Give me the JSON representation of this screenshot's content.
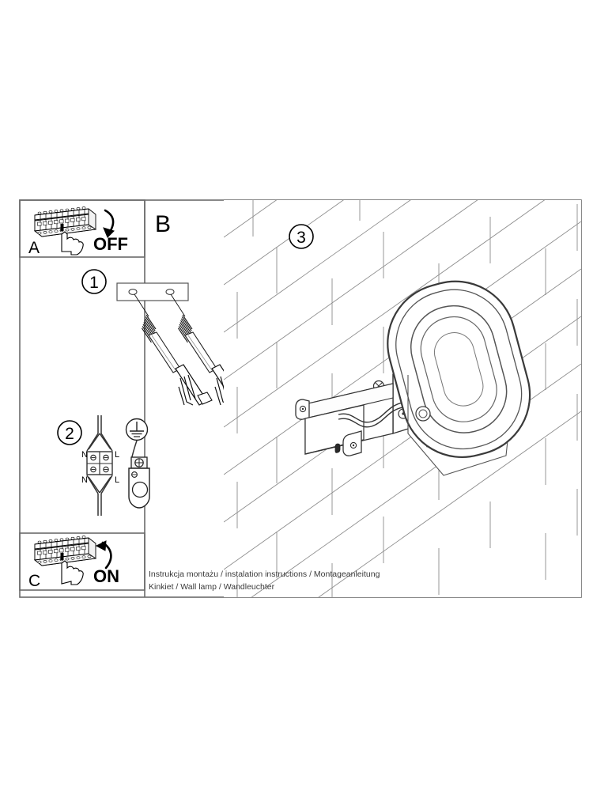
{
  "document": {
    "type": "installation-instruction-sheet",
    "caption_line1": "Instrukcja montażu / instalation instructions / Montageanleitung",
    "caption_line2": "Kinkiet / Wall lamp / Wandleuchter",
    "line_color": "#000000",
    "background_color": "#ffffff",
    "frame_color": "#6b6b6b"
  },
  "panels": {
    "a": {
      "letter": "A",
      "action_label": "OFF",
      "description": "turn the circuit breaker off",
      "icon": "breaker-panel-hand-icon",
      "arrow": "arrow-down-curved-icon"
    },
    "b": {
      "letter": "B",
      "description": "installation steps area"
    },
    "c": {
      "letter": "C",
      "action_label": "ON",
      "description": "turn the circuit breaker on",
      "icon": "breaker-panel-hand-icon",
      "arrow": "arrow-up-curved-icon"
    }
  },
  "steps": [
    {
      "number": "1",
      "name": "mounting-bracket-and-screws",
      "description": "mounting plate with two holes, two screws and wall plugs"
    },
    {
      "number": "2",
      "name": "wiring-terminal-block",
      "description": "terminal block connection with cable gland and earth symbol",
      "terminal_labels_top": [
        "N",
        "L"
      ],
      "terminal_labels_bottom": [
        "N",
        "L"
      ],
      "earth_symbol": "earth-ground-icon"
    },
    {
      "number": "3",
      "name": "mount-lamp-on-wall",
      "description": "wall lamp mounted to brick wall on bracket"
    }
  ],
  "main_illustration": {
    "name": "wall-lamp-mounted-on-brick-wall",
    "wall": "brick-wall-perspective",
    "lamp": "rounded-rectangular-wall-lamp",
    "bracket": "l-shaped-mounting-bracket",
    "led_slot": "led-light-strip-slot"
  }
}
